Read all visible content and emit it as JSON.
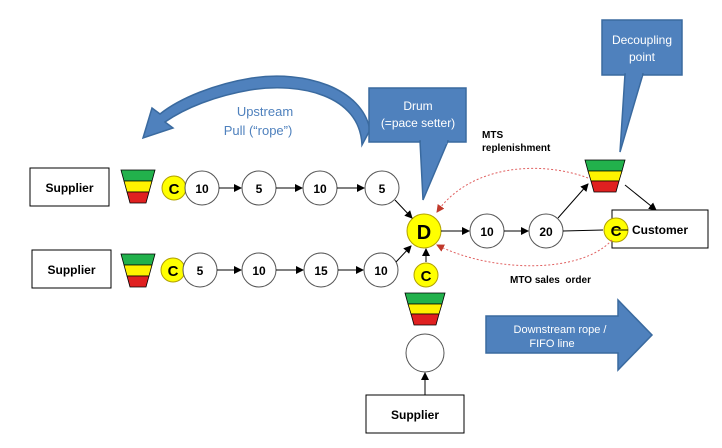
{
  "suppliers": {
    "top": "Supplier",
    "middle": "Supplier",
    "bottom": "Supplier"
  },
  "customer": "Customer",
  "buffer_marker": "C",
  "drum_marker": "D",
  "top_line_values": [
    "10",
    "5",
    "10",
    "5"
  ],
  "middle_line_values": [
    "5",
    "10",
    "15",
    "10"
  ],
  "downstream_values": [
    "10",
    "20"
  ],
  "callouts": {
    "drum": [
      "Drum",
      "(=pace setter)"
    ],
    "decoupling": [
      "Decoupling",
      "point"
    ]
  },
  "upstream_label": [
    "Upstream",
    "Pull (“rope”)"
  ],
  "mts_label": [
    "MTS",
    "replenishment"
  ],
  "mto_label": "MTO sales  order",
  "downstream_label": [
    "Downstream rope /",
    "FIFO line"
  ],
  "colors": {
    "blue_fill": "#4f81bd",
    "blue_stroke": "#3a6a9f",
    "upstream_text": "#4f81bd",
    "buffer_green": "#22b14c",
    "buffer_yellow": "#fff200",
    "buffer_red": "#e02020",
    "marker_yellow": "#ffff00",
    "dotted_red": "#e06060"
  }
}
